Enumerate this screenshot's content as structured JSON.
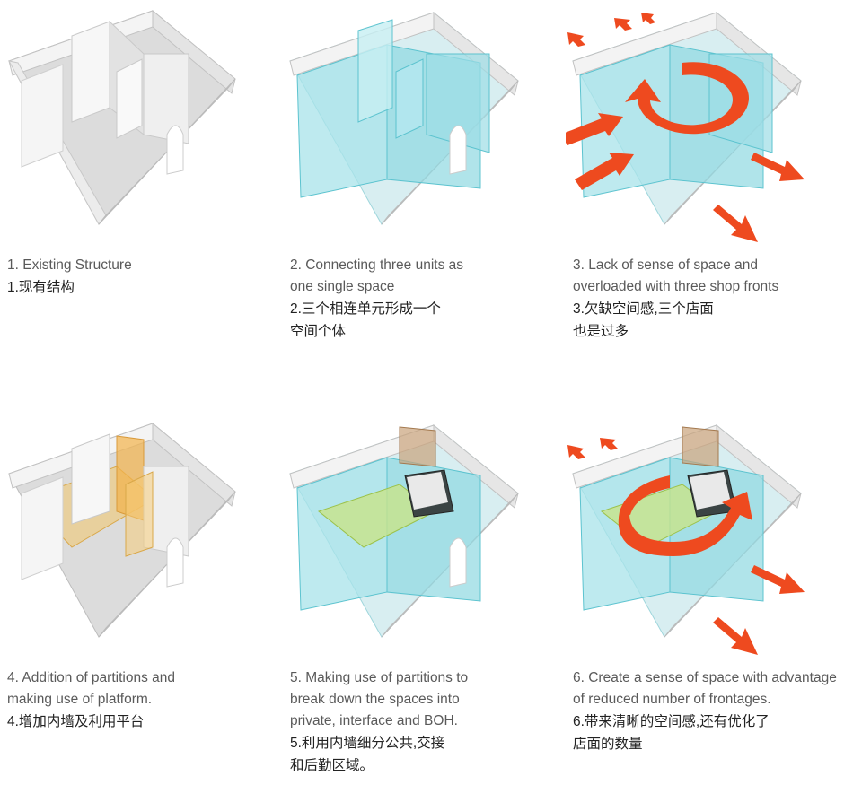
{
  "colors": {
    "wall": "#f2f2f2",
    "wall_shade": "#c8c8c8",
    "floor": "#d9d9d9",
    "glass": "#a8e3ea",
    "glass_edge": "#5cc3cf",
    "partition_yellow": "#f2c66a",
    "partition_brown": "#c9a27a",
    "platform_green": "#c8e38a",
    "arrow_red": "#ee4a1f"
  },
  "panels": [
    {
      "id": "p1",
      "style": "plain",
      "icon": "existing-structure-model",
      "caption_en": "1. Existing Structure",
      "caption_zh": "1.现有结构"
    },
    {
      "id": "p2",
      "style": "glass",
      "icon": "connected-units-model",
      "caption_en": "2. Connecting three units as\none single space",
      "caption_zh": "2.三个相连单元形成一个\n空间个体"
    },
    {
      "id": "p3",
      "style": "glass-arrows",
      "icon": "circulation-arrow-model",
      "caption_en": "3. Lack of sense of space and\noverloaded with three shop fronts",
      "caption_zh": "3.欠缺空间感,三个店面\n也是过多"
    },
    {
      "id": "p4",
      "style": "partition",
      "icon": "partitions-platform-model",
      "caption_en": "4. Addition of partitions and\nmaking use of platform.",
      "caption_zh": "4.增加内墙及利用平台"
    },
    {
      "id": "p5",
      "style": "glass-zones",
      "icon": "zoned-spaces-model",
      "caption_en": "5. Making use of partitions to\nbreak down the spaces into\nprivate, interface and BOH.",
      "caption_zh": "5.利用内墙细分公共,交接\n和后勤区域。"
    },
    {
      "id": "p6",
      "style": "glass-zones-arrows",
      "icon": "reduced-frontage-model",
      "caption_en": "6. Create a sense of space with advantage\nof reduced number of frontages.",
      "caption_zh": "6.带来清晰的空间感,还有优化了\n店面的数量"
    }
  ]
}
